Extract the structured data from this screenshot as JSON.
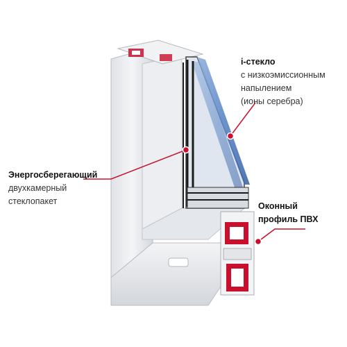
{
  "callouts": {
    "glass": {
      "title": "i-стекло",
      "lines": [
        "с низкоэмиссионным",
        "напылением",
        "(ионы серебра)"
      ],
      "icon": "glass-pane-icon"
    },
    "unit": {
      "title": "Энергосберегающий",
      "lines": [
        "двухкамерный",
        "стеклопакет"
      ],
      "icon": "double-glazing-icon"
    },
    "profile": {
      "title_lines": [
        "Оконный",
        "профиль ПВХ"
      ],
      "icon": "pvc-profile-icon"
    }
  },
  "colors": {
    "accent": "#c8102e",
    "frame": "#e9ebee",
    "frame_shadow": "#c9ccd1",
    "glass": "#5b86c6",
    "gasket": "#2a2a2a",
    "profile_red": "#c8102e"
  }
}
